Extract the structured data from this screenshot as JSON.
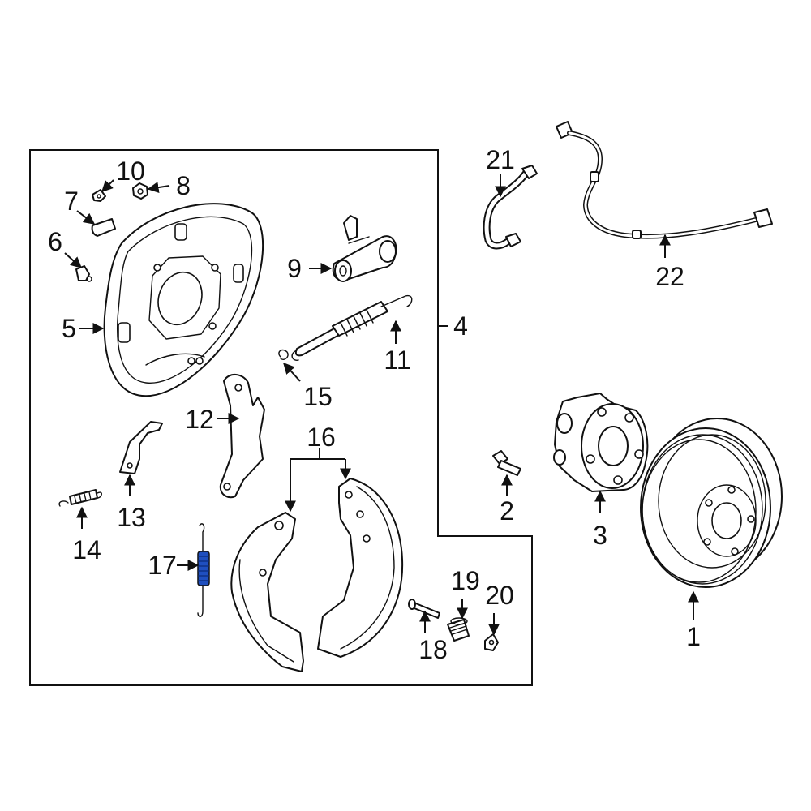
{
  "diagram": {
    "callouts": [
      {
        "id": "c1",
        "label": "1"
      },
      {
        "id": "c2",
        "label": "2"
      },
      {
        "id": "c3",
        "label": "3"
      },
      {
        "id": "c4",
        "label": "4"
      },
      {
        "id": "c5",
        "label": "5"
      },
      {
        "id": "c6",
        "label": "6"
      },
      {
        "id": "c7",
        "label": "7"
      },
      {
        "id": "c8",
        "label": "8"
      },
      {
        "id": "c9",
        "label": "9"
      },
      {
        "id": "c10",
        "label": "10"
      },
      {
        "id": "c11",
        "label": "11"
      },
      {
        "id": "c12",
        "label": "12"
      },
      {
        "id": "c13",
        "label": "13"
      },
      {
        "id": "c14",
        "label": "14"
      },
      {
        "id": "c15",
        "label": "15"
      },
      {
        "id": "c16",
        "label": "16"
      },
      {
        "id": "c17",
        "label": "17"
      },
      {
        "id": "c18",
        "label": "18"
      },
      {
        "id": "c19",
        "label": "19"
      },
      {
        "id": "c20",
        "label": "20"
      },
      {
        "id": "c21",
        "label": "21"
      },
      {
        "id": "c22",
        "label": "22"
      }
    ],
    "colors": {
      "line": "#111111",
      "highlight": "#1f4fbf",
      "background": "#ffffff"
    }
  }
}
